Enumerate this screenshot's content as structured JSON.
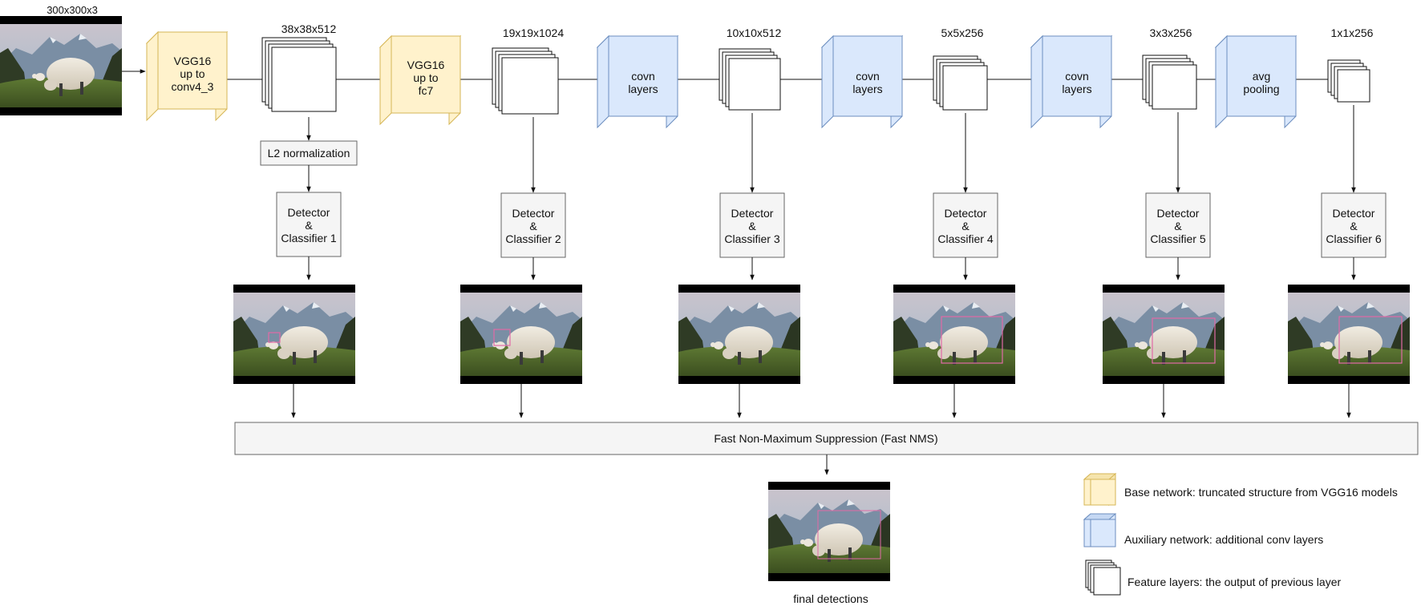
{
  "input": {
    "size_label": "300x300x3"
  },
  "base_blocks": [
    {
      "label_lines": [
        "VGG16",
        "up to",
        "conv4_3"
      ]
    },
    {
      "label_lines": [
        "VGG16",
        "up to",
        "fc7"
      ]
    }
  ],
  "aux_blocks": [
    {
      "label_lines": [
        "covn",
        "layers"
      ]
    },
    {
      "label_lines": [
        "covn",
        "layers"
      ]
    },
    {
      "label_lines": [
        "covn",
        "layers"
      ]
    },
    {
      "label_lines": [
        "avg",
        "pooling"
      ]
    }
  ],
  "feature_maps": [
    {
      "size_label": "38x38x512"
    },
    {
      "size_label": "19x19x1024"
    },
    {
      "size_label": "10x10x512"
    },
    {
      "size_label": "5x5x256"
    },
    {
      "size_label": "3x3x256"
    },
    {
      "size_label": "1x1x256"
    }
  ],
  "l2_norm": {
    "label": "L2 normalization"
  },
  "detectors": [
    {
      "label_lines": [
        "Detector",
        "&",
        "Classifier 1"
      ]
    },
    {
      "label_lines": [
        "Detector",
        "&",
        "Classifier 2"
      ]
    },
    {
      "label_lines": [
        "Detector",
        "&",
        "Classifier 3"
      ]
    },
    {
      "label_lines": [
        "Detector",
        "&",
        "Classifier 4"
      ]
    },
    {
      "label_lines": [
        "Detector",
        "&",
        "Classifier 5"
      ]
    },
    {
      "label_lines": [
        "Detector",
        "&",
        "Classifier 6"
      ]
    }
  ],
  "nms": {
    "label": "Fast Non-Maximum Suppression (Fast NMS)"
  },
  "final": {
    "label": "final detections"
  },
  "legend": [
    {
      "kind": "base",
      "label": "Base network: truncated structure from VGG16 models"
    },
    {
      "kind": "aux",
      "label": "Auxiliary network: additional conv layers"
    },
    {
      "kind": "feature",
      "label": "Feature layers: the output of previous layer"
    }
  ],
  "colors": {
    "base_fill": "#fff2cc",
    "base_stroke": "#d6b656",
    "aux_fill": "#dae8fc",
    "aux_stroke": "#6c8ebf",
    "box_fill": "#f5f5f5",
    "box_stroke": "#666666",
    "detection": "#e16aa6"
  }
}
